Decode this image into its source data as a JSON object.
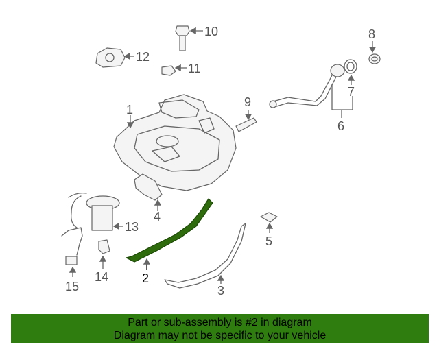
{
  "callouts": [
    {
      "num": "1"
    },
    {
      "num": "2"
    },
    {
      "num": "3"
    },
    {
      "num": "4"
    },
    {
      "num": "5"
    },
    {
      "num": "6"
    },
    {
      "num": "7"
    },
    {
      "num": "8"
    },
    {
      "num": "9"
    },
    {
      "num": "10"
    },
    {
      "num": "11"
    },
    {
      "num": "12"
    },
    {
      "num": "13"
    },
    {
      "num": "14"
    },
    {
      "num": "15"
    }
  ],
  "colors": {
    "highlight": "#2e6b0c",
    "banner": "#2e7d0e",
    "line": "#666666"
  },
  "banner": {
    "line1": "Part or sub-assembly is #2 in diagram",
    "line2": "Diagram may not be specific to your vehicle"
  }
}
